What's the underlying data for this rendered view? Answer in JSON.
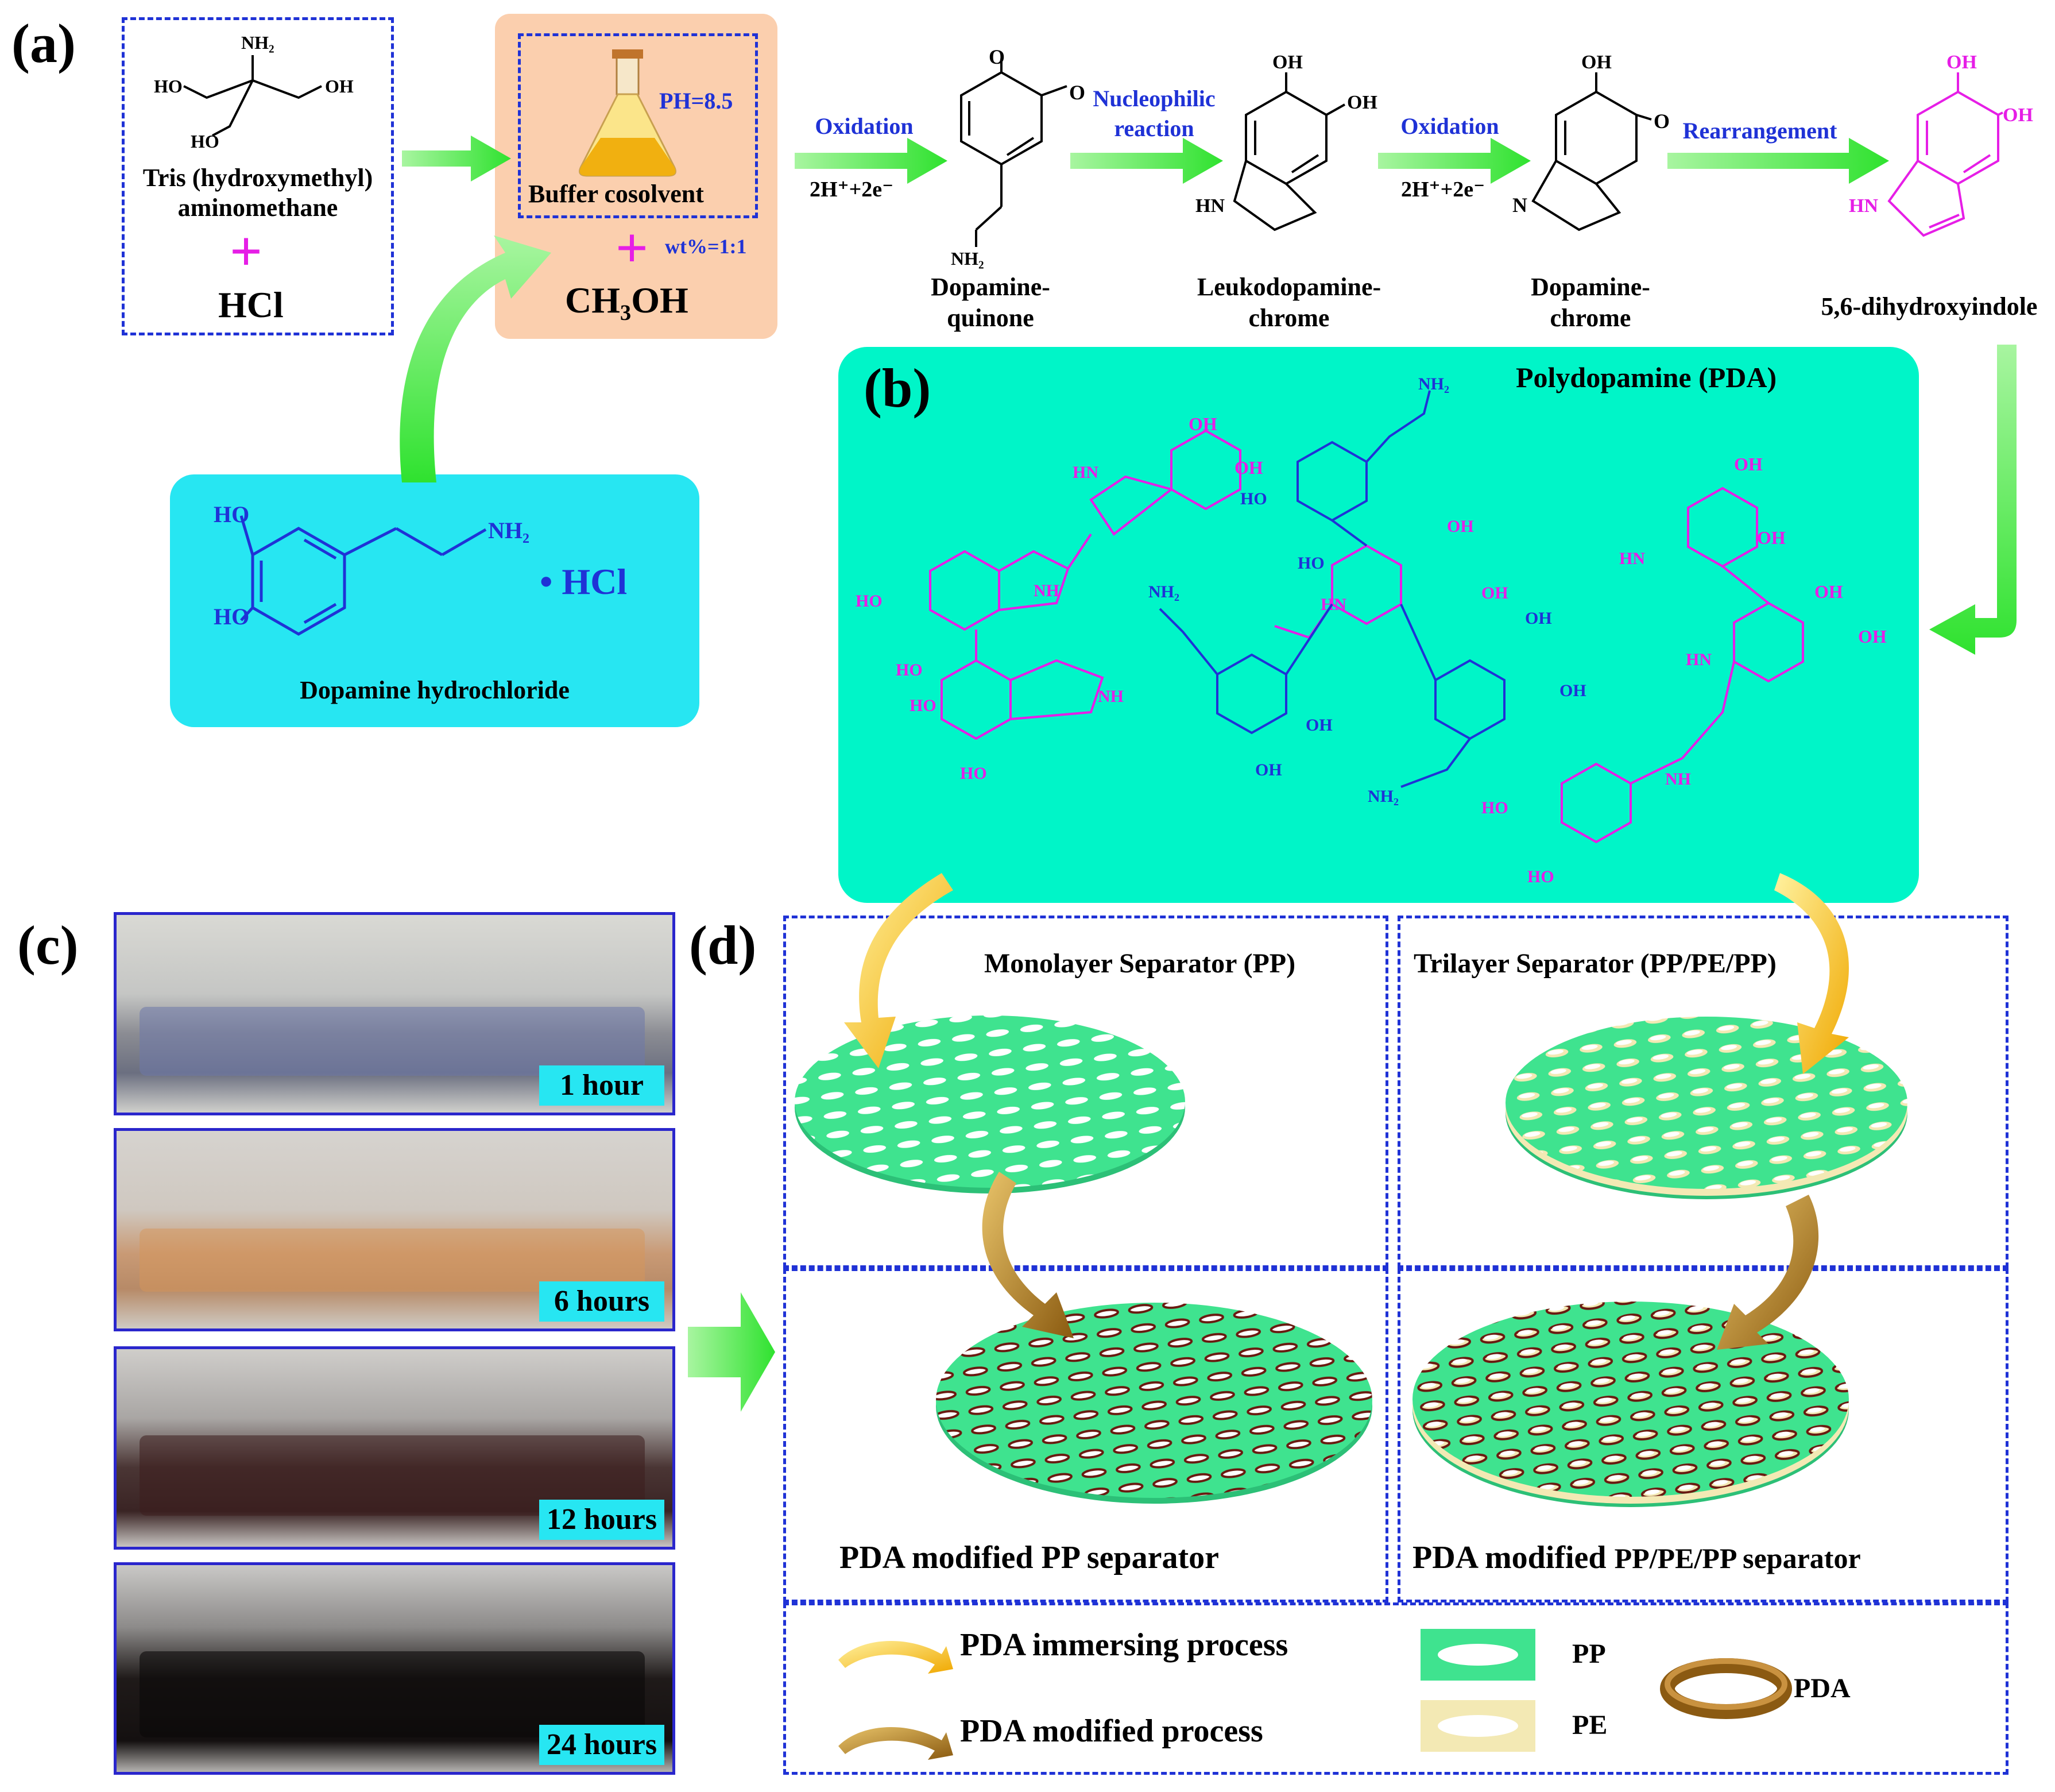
{
  "panels": {
    "a": "(a)",
    "b": "(b)",
    "c": "(c)",
    "d": "(d)"
  },
  "panel_a": {
    "tris_name_line1": "Tris (hydroxymethyl)",
    "tris_name_line2": "aminomethane",
    "tris_nh2": "NH₂",
    "tris_ho_left": "HO",
    "tris_oh_right": "OH",
    "tris_ho_bottom": "HO",
    "plus": "+",
    "hcl": "HCl",
    "ph": "PH=8.5",
    "buffer": "Buffer cosolvent",
    "wt": "wt%=1:1",
    "methanol": "CH₃OH",
    "dopamine_hcl_label": "Dopamine hydrochloride",
    "dop_ho1": "HO",
    "dop_ho2": "HO",
    "dop_nh2": "NH₂",
    "dop_hcl": "• HCl",
    "step1_label": "Oxidation",
    "step1_eq": "2H⁺+2e⁻",
    "step2_label_line1": "Nucleophilic",
    "step2_label_line2": "reaction",
    "step3_label": "Oxidation",
    "step3_eq": "2H⁺+2e⁻",
    "step4_label": "Rearrangement",
    "compounds": [
      {
        "line1": "Dopamine-",
        "line2": "quinone"
      },
      {
        "line1": "Leukodopamine-",
        "line2": "chrome"
      },
      {
        "line1": "Dopamine-",
        "line2": "chrome"
      },
      {
        "line1": "5,6-dihydroxyindole",
        "line2": ""
      }
    ],
    "atom_o": "O",
    "atom_oh": "OH",
    "atom_hn": "HN",
    "atom_n": "N",
    "atom_nh2": "NH₂"
  },
  "panel_b": {
    "title": "Polydopamine (PDA)",
    "labels_oh": "OH",
    "labels_ho": "HO",
    "labels_nh": "NH",
    "labels_hn": "HN",
    "labels_nh2": "NH₂"
  },
  "panel_c": {
    "times": [
      "1 hour",
      "6 hours",
      "12 hours",
      "24 hours"
    ]
  },
  "panel_d": {
    "mono_title": "Monolayer Separator (PP)",
    "tri_title": "Trilayer Separator (PP/PE/PP)",
    "mono_result": "PDA modified PP separator",
    "tri_result_a": "PDA modified ",
    "tri_result_b": "PP/PE/PP separator",
    "legend": {
      "immersing": "PDA immersing process",
      "modified": "PDA modified process",
      "pp": "PP",
      "pe": "PE",
      "pda": "PDA"
    }
  },
  "colors": {
    "dash_blue": "#1f32d6",
    "magenta": "#e61ee6",
    "cyan_box": "#27e6f2",
    "pda_box": "#00f5c8",
    "buffer_box": "#fbcfae",
    "green_arrow": "#3ae83a",
    "pp_green": "#3fe38f",
    "pe_beige": "#f3e9b4",
    "pda_brown": "#8b2a1a"
  }
}
